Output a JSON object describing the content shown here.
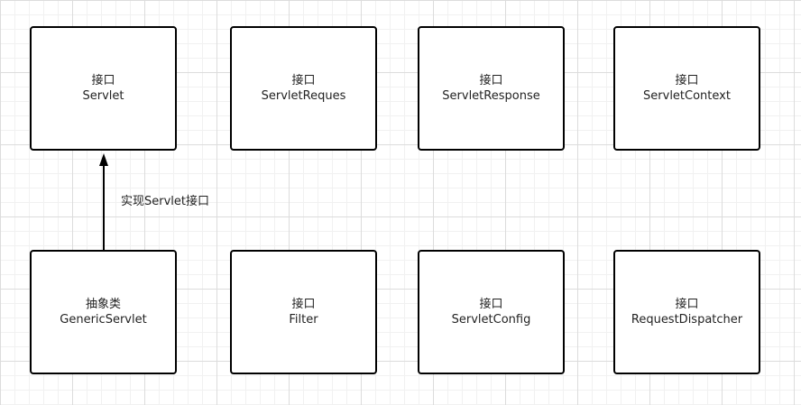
{
  "nodes": {
    "servlet": {
      "stereotype": "接口",
      "name": "Servlet"
    },
    "servlet_request": {
      "stereotype": "接口",
      "name": "ServletReques"
    },
    "servlet_response": {
      "stereotype": "接口",
      "name": "ServletResponse"
    },
    "servlet_context": {
      "stereotype": "接口",
      "name": "ServletContext"
    },
    "generic_servlet": {
      "stereotype": "抽象类",
      "name": "GenericServlet"
    },
    "filter": {
      "stereotype": "接口",
      "name": "Filter"
    },
    "servlet_config": {
      "stereotype": "接口",
      "name": "ServletConfig"
    },
    "request_dispatcher": {
      "stereotype": "接口",
      "name": "RequestDispatcher"
    }
  },
  "edges": [
    {
      "from": "GenericServlet",
      "to": "Servlet",
      "label": "实现Servlet接口"
    }
  ],
  "colors": {
    "stroke": "#000000",
    "text": "#222222",
    "background": "#ffffff",
    "grid_major": "#dcdcdc",
    "grid_minor": "#f1f1f1"
  }
}
